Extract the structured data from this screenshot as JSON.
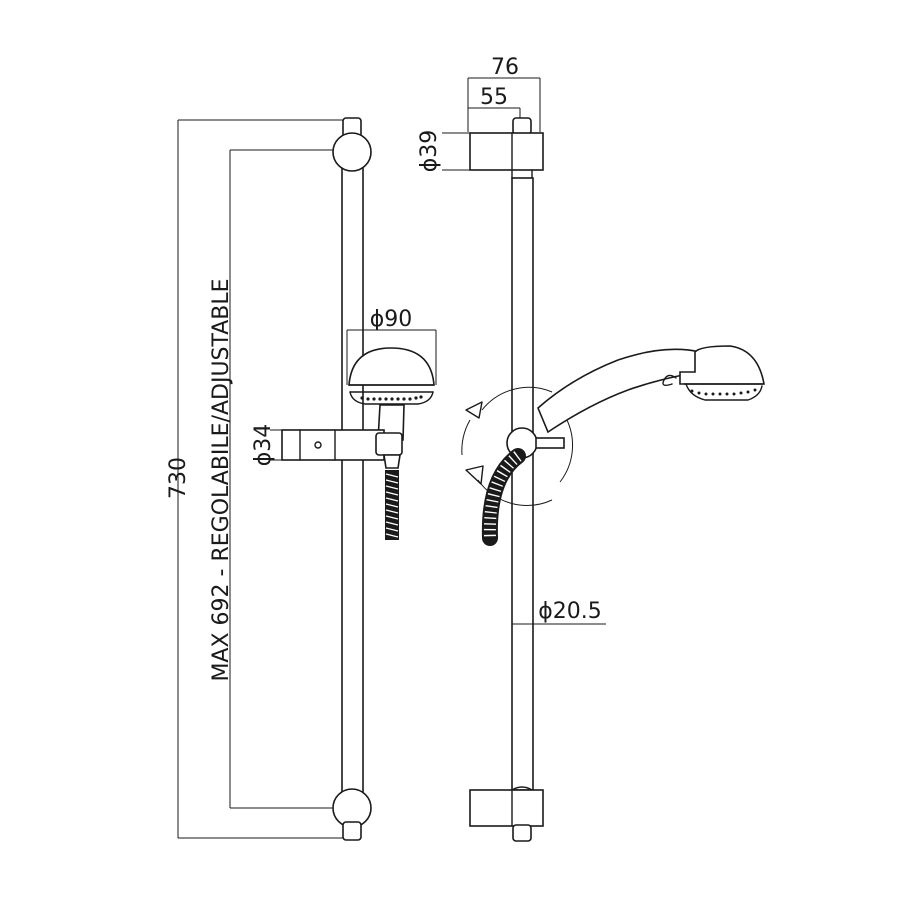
{
  "drawing": {
    "dimensions": {
      "total_length": "730",
      "adjustable_range": "MAX 692 - REGOLABILE/ADJUSTABLE",
      "showerhead_diameter": "ϕ90",
      "slider_diameter": "ϕ34",
      "bracket_depth_outer": "76",
      "bracket_depth_inner": "55",
      "bracket_diameter": "ϕ39",
      "rail_diameter": "ϕ20.5"
    }
  }
}
